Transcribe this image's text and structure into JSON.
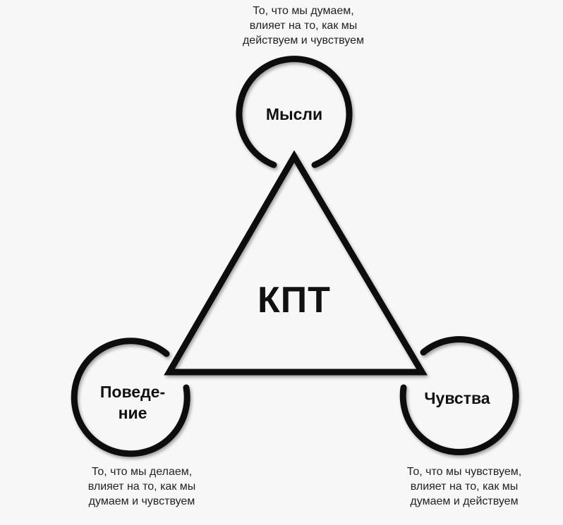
{
  "diagram": {
    "center": {
      "label": "КПТ"
    },
    "nodes": {
      "thoughts": {
        "label": "Мысли",
        "caption": [
          "То, что мы думаем,",
          "влияет на то, как мы",
          "действуем и чувствуем"
        ]
      },
      "behavior": {
        "label_line1": "Поведе-",
        "label_line2": "ние",
        "caption": [
          "То, что мы делаем,",
          "влияет на то, как мы",
          "думаем и чувствуем"
        ]
      },
      "feelings": {
        "label": "Чувства",
        "caption": [
          "То, что мы чувствуем,",
          "влияет на то, как мы",
          "думаем и действуем"
        ]
      }
    },
    "colors": {
      "stroke": "#111111",
      "background": "#f7f7f7",
      "text": "#222222"
    }
  }
}
